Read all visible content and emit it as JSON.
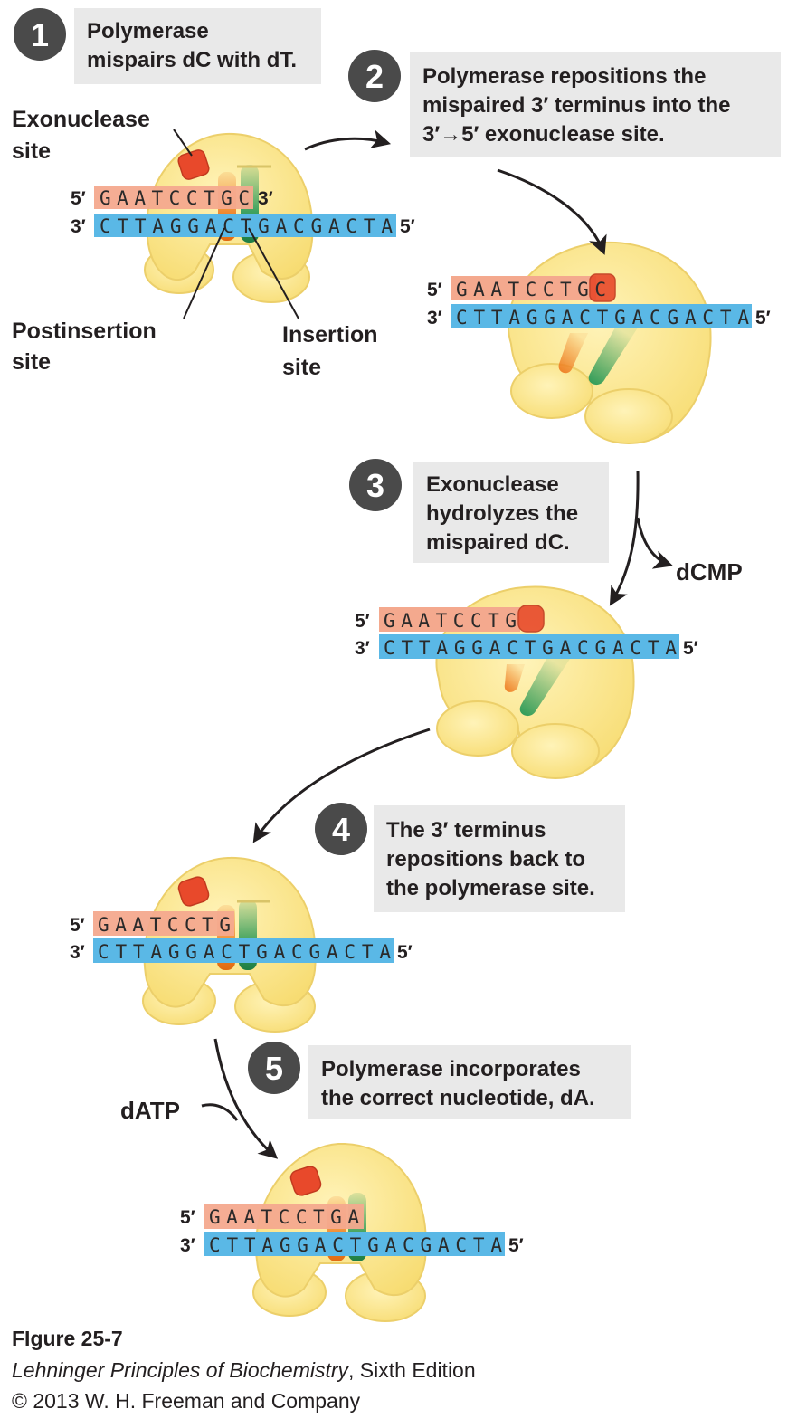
{
  "steps": [
    {
      "number": "1",
      "text": [
        "Polymerase",
        "mispairs dC with dT."
      ]
    },
    {
      "number": "2",
      "text": [
        "Polymerase repositions the",
        "mispaired 3′ terminus into the",
        "3′→5′ exonuclease site."
      ]
    },
    {
      "number": "3",
      "text": [
        "Exonuclease",
        "hydrolyzes the",
        "mispaired dC."
      ]
    },
    {
      "number": "4",
      "text": [
        "The 3′ terminus",
        "repositions back to",
        "the polymerase site."
      ]
    },
    {
      "number": "5",
      "text": [
        "Polymerase incorporates",
        "the correct nucleotide, dA."
      ]
    }
  ],
  "labels": {
    "exonuclease_site": [
      "Exonuclease",
      "site"
    ],
    "postinsertion_site": [
      "Postinsertion",
      "site"
    ],
    "insertion_site": [
      "Insertion",
      "site"
    ],
    "dcmp": "dCMP",
    "datp": "dATP"
  },
  "strand_ends": {
    "five": "5′",
    "three": "3′"
  },
  "sequences": {
    "template": "CTTAGGACTGACGACTA",
    "primer_1": "GAATCCTGC",
    "primer_2": "GAATCCTGC",
    "primer_3": "GAATCCTG",
    "primer_4": "GAATCCTG",
    "primer_5": "GAATCCTGA"
  },
  "caption": {
    "figure": "FIgure 25-7",
    "book_title": "Lehninger Principles of Biochemistry",
    "edition": ", Sixth Edition",
    "copyright": "© 2013 W. H. Freeman and Company"
  },
  "colors": {
    "enzyme": "#fbe68f",
    "enzyme_stroke": "#e8cd62",
    "primer_strand": "#f4a98e",
    "template_strand": "#5ab8e6",
    "postinsertion_site": "#ee7d22",
    "insertion_site": "#2b9a58",
    "exonuclease_site": "#e8492b",
    "step_badge": "#4a4a4a",
    "text_box": "#e9e9e9"
  }
}
